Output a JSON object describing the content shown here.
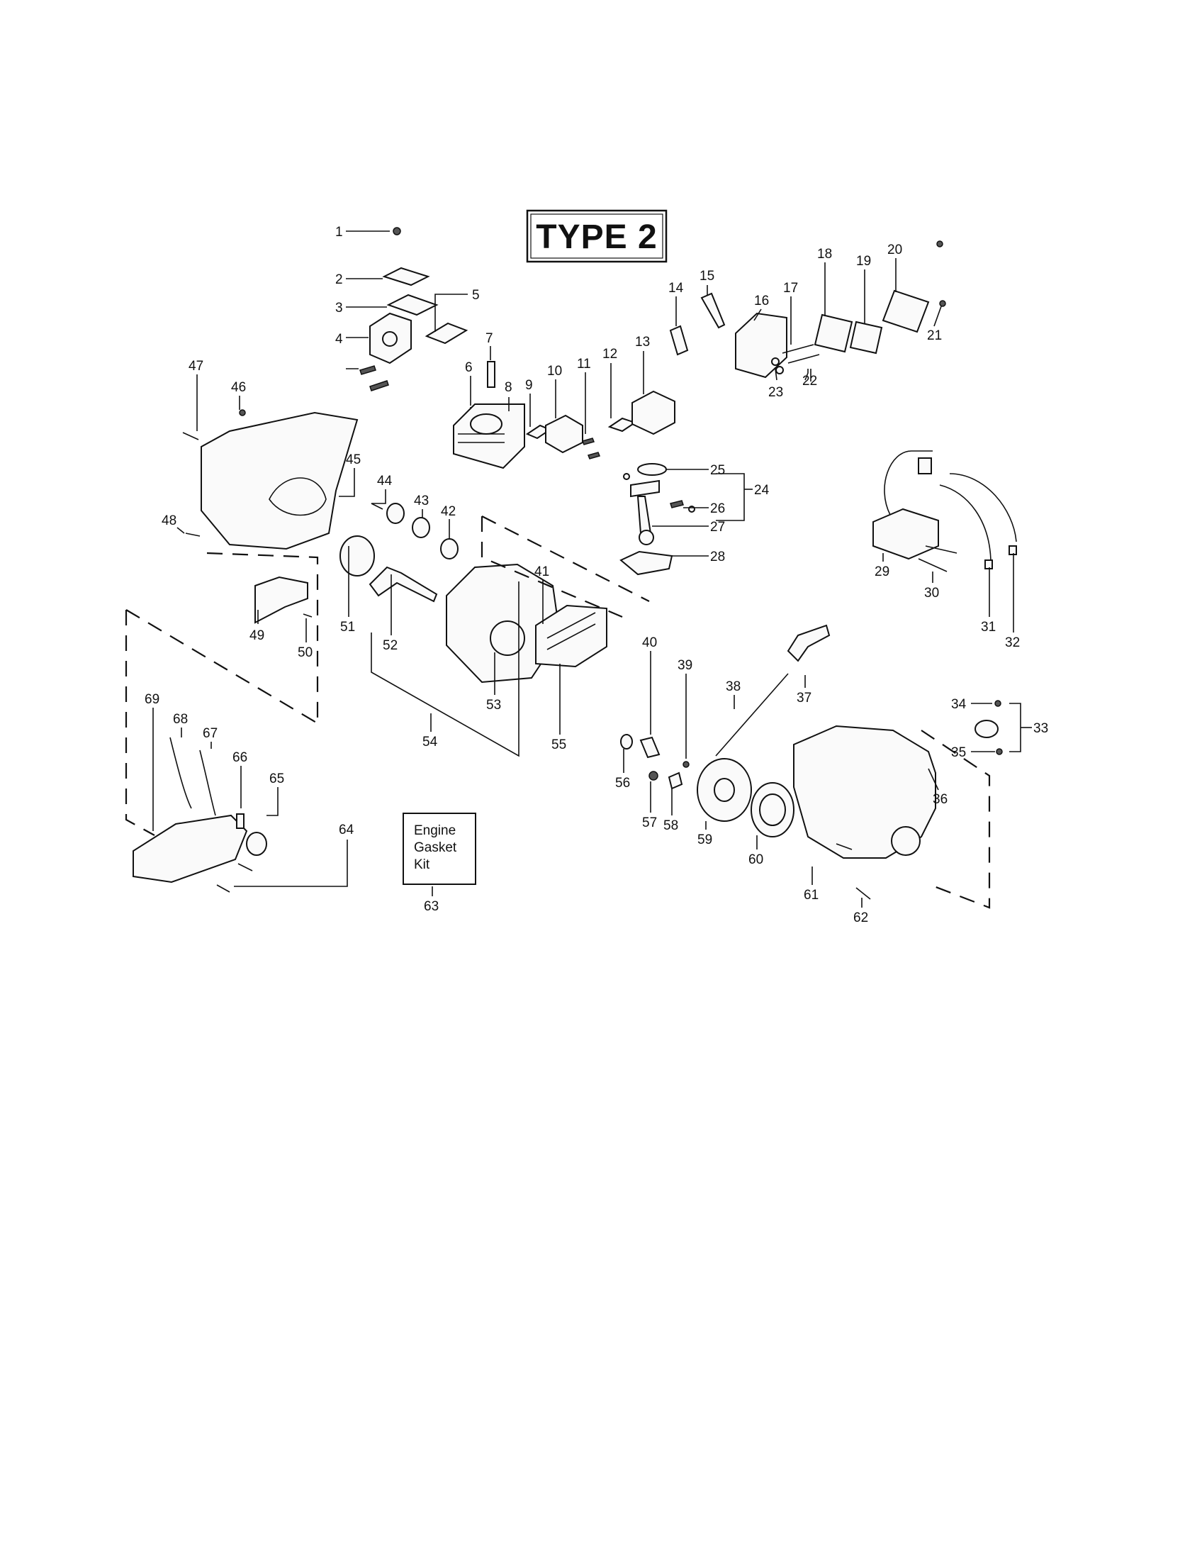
{
  "title": "TYPE 2",
  "kit_box": {
    "lines": [
      "Engine",
      "Gasket",
      "Kit"
    ]
  },
  "part_numbers": [
    "1",
    "2",
    "3",
    "4",
    "5",
    "6",
    "7",
    "8",
    "9",
    "10",
    "11",
    "12",
    "13",
    "14",
    "15",
    "16",
    "17",
    "18",
    "19",
    "20",
    "21",
    "22",
    "23",
    "24",
    "25",
    "26",
    "27",
    "28",
    "29",
    "30",
    "31",
    "32",
    "33",
    "34",
    "35",
    "36",
    "37",
    "38",
    "39",
    "40",
    "41",
    "42",
    "43",
    "44",
    "45",
    "46",
    "47",
    "48",
    "49",
    "50",
    "51",
    "52",
    "53",
    "54",
    "55",
    "56",
    "57",
    "58",
    "59",
    "60",
    "61",
    "62",
    "63",
    "64",
    "65",
    "66",
    "67",
    "68",
    "69"
  ]
}
